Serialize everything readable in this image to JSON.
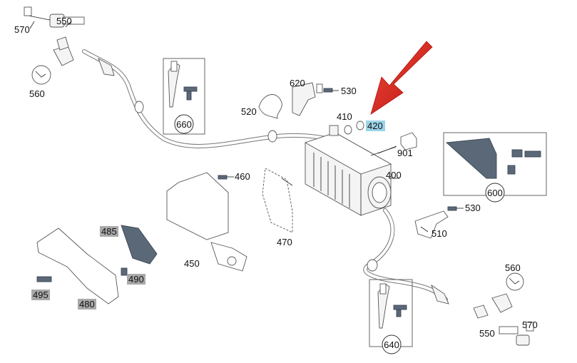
{
  "diagram": {
    "callouts": [
      {
        "id": "c570a",
        "text": "570"
      },
      {
        "id": "c550a",
        "text": "550"
      },
      {
        "id": "c560a",
        "text": "560"
      },
      {
        "id": "c660",
        "text": "660"
      },
      {
        "id": "c620",
        "text": "620"
      },
      {
        "id": "c530a",
        "text": "530"
      },
      {
        "id": "c520",
        "text": "520"
      },
      {
        "id": "c410",
        "text": "410"
      },
      {
        "id": "c420",
        "text": "420"
      },
      {
        "id": "c901",
        "text": "901"
      },
      {
        "id": "c400",
        "text": "400"
      },
      {
        "id": "c600",
        "text": "600"
      },
      {
        "id": "c460",
        "text": "460"
      },
      {
        "id": "c530b",
        "text": "530"
      },
      {
        "id": "c510",
        "text": "510"
      },
      {
        "id": "c485",
        "text": "485"
      },
      {
        "id": "c490",
        "text": "490"
      },
      {
        "id": "c495",
        "text": "495"
      },
      {
        "id": "c480",
        "text": "480"
      },
      {
        "id": "c470",
        "text": "470"
      },
      {
        "id": "c450",
        "text": "450"
      },
      {
        "id": "c560b",
        "text": "560"
      },
      {
        "id": "c550b",
        "text": "550"
      },
      {
        "id": "c570b",
        "text": "570"
      },
      {
        "id": "c640",
        "text": "640"
      }
    ],
    "highlight_colors": {
      "gray": "#a9a9a9",
      "blue": "#9bd3e8",
      "arrow": "#e0201e"
    }
  }
}
